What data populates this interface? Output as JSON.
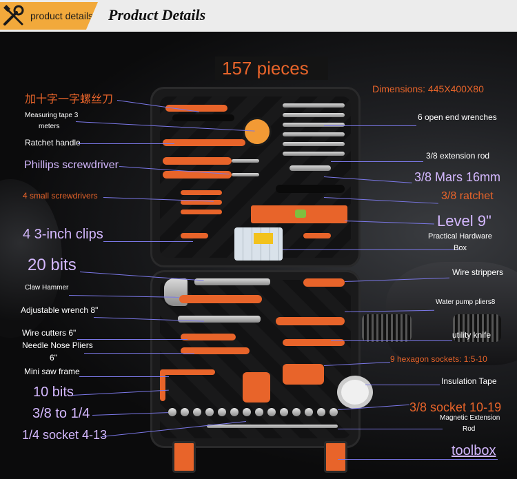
{
  "header": {
    "tag_label": "product details",
    "title": "Product Details",
    "icon": "wrench-screwdriver-icon"
  },
  "colors": {
    "accent_orange": "#e8642a",
    "label_purple": "#d4b8ff",
    "leader_line": "#7b78e8",
    "tag_bg": "#f2a93b"
  },
  "headline": "157 pieces",
  "labels": {
    "slotted_phillips": "加十字一字螺丝刀",
    "measuring_tape": "Measuring tape 3",
    "measuring_tape_2": "meters",
    "ratchet_handle": "Ratchet handle",
    "phillips": "Phillips screwdriver",
    "small_screwdrivers": "4 small screwdrivers",
    "clips": "4 3-inch clips",
    "bits20": "20 bits",
    "claw_hammer": "Claw Hammer",
    "adj_wrench": "Adjustable wrench 8\"",
    "wire_cutters": "Wire cutters 6\"",
    "needle_nose": "Needle Nose Pliers",
    "needle_nose_2": "6\"",
    "mini_saw": "Mini saw frame",
    "bits10": "10 bits",
    "adapter": "3/8 to 1/4",
    "socket14": "1/4 socket 4-13",
    "dimensions": "Dimensions: 445X400X80",
    "open_end": "6 open end wrenches",
    "ext_rod": "3/8 extension rod",
    "mars": "3/8 Mars 16mm",
    "ratchet38": "3/8 ratchet",
    "level": "Level 9\"",
    "hardware_box": "Practical Hardware",
    "hardware_box_2": "Box",
    "wire_strippers": "Wire strippers",
    "water_pump": "Water pump pliers8",
    "utility_knife": "utility knife",
    "hex_sockets": "9 hexagon sockets: 1:5-10",
    "insulation": "Insulation Tape",
    "socket38": "3/8 socket 10-19",
    "magnetic": "Magnetic Extension",
    "magnetic_2": "Rod",
    "toolbox": "toolbox"
  }
}
